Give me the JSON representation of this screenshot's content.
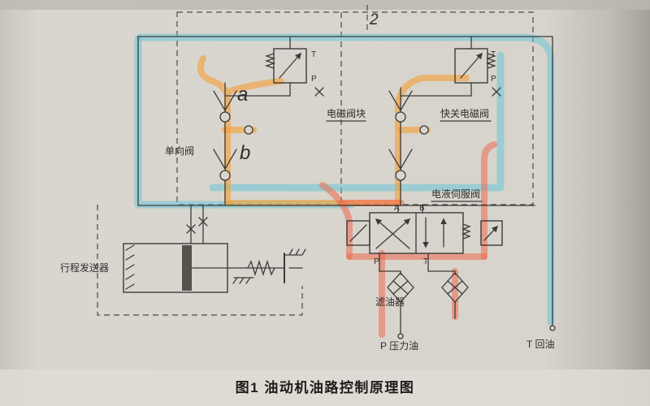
{
  "figure": {
    "caption": "图1 油动机油路控制原理图",
    "handwritten_number": "2",
    "annotation_a": "a",
    "annotation_b": "b"
  },
  "labels": {
    "check_valve": "单向阀",
    "solenoid_valve_block": "电磁阀块",
    "quick_close_solenoid_valve": "快关电磁阀",
    "servo_valve": "电液伺服阀",
    "stroke_transmitter": "行程发送器",
    "oil_filter": "滤油器",
    "pressure_oil": "P 压力油",
    "return_oil": "T 回油"
  },
  "ports": {
    "left_valve_T": "T",
    "left_valve_P": "P",
    "right_valve_T": "T",
    "right_valve_P": "P",
    "servo_A": "A",
    "servo_B": "B",
    "servo_P": "P",
    "servo_T": "T"
  },
  "colors": {
    "highlight_cyan": "#5fc4d8",
    "highlight_orange": "#f59f33",
    "highlight_red": "#ee6a4e",
    "ink": "#3b3b3b",
    "paper": "#d8d5ce"
  }
}
